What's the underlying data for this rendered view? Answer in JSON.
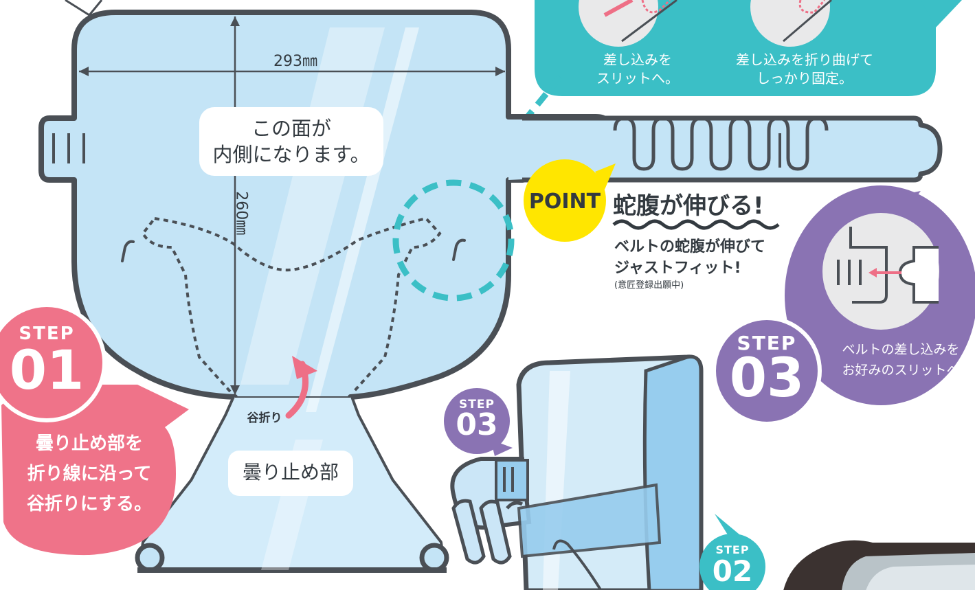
{
  "dimensions": {
    "width_label": "293㎜",
    "height_label": "260㎜"
  },
  "shield": {
    "inner_note": "この面が\n内側になります。",
    "fold_label": "谷折り",
    "antifog_label": "曇り止め部"
  },
  "step01": {
    "step_word": "STEP",
    "number": "01",
    "text": "曇り止め部を\n折り線に沿って\n谷折りにする。"
  },
  "step02": {
    "step_word": "STEP",
    "number": "02"
  },
  "step03_small": {
    "step_word": "STEP",
    "number": "03"
  },
  "step03": {
    "step_word": "STEP",
    "number": "03",
    "text": "ベルトの差し込みを\nお好みのスリットへ"
  },
  "insert_panel": {
    "caption_left": "差し込みを\nスリットへ。",
    "caption_right": "差し込みを折り曲げて\nしっかり固定。"
  },
  "point": {
    "badge": "POINT",
    "title": "蛇腹が伸びる!",
    "desc": "ベルトの蛇腹が伸びて\nジャストフィット!",
    "note": "(意匠登録出願中)"
  },
  "colors": {
    "outline": "#4a4f55",
    "shield_fill": "#c4e4f6",
    "teal": "#3bbfc6",
    "pink": "#ef7389",
    "purple": "#8a73b3",
    "yellow": "#ffe600",
    "arrow_pink": "#ee6f86"
  }
}
